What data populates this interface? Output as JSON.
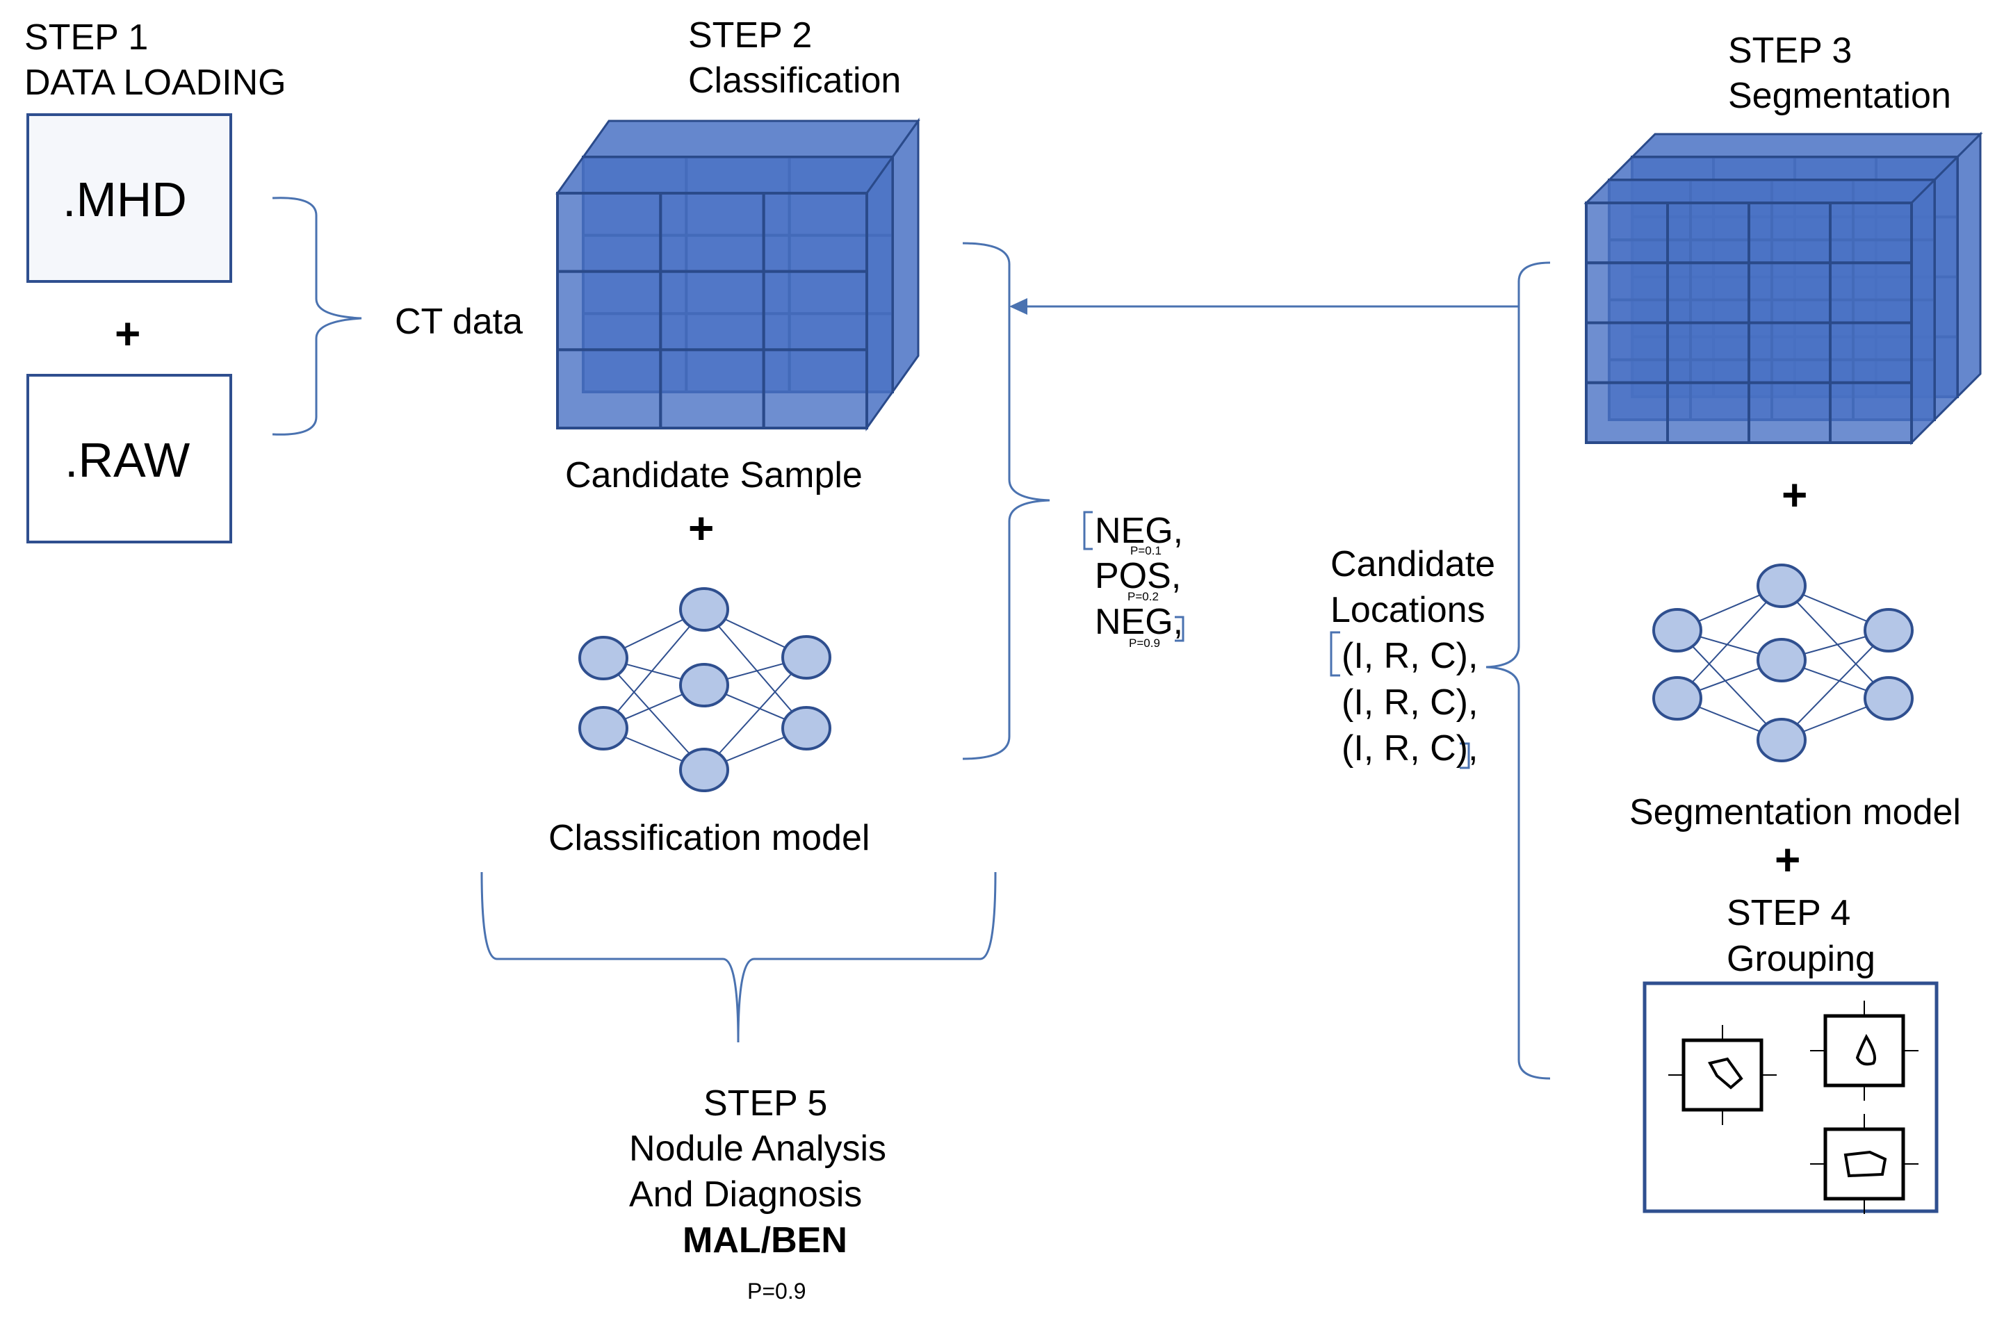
{
  "step1": {
    "title_line1": "STEP 1",
    "title_line2": "DATA LOADING",
    "file_top": ".MHD",
    "plus": "+",
    "file_bottom": ".RAW",
    "merge_label": "CT data"
  },
  "step2": {
    "title_line1": "STEP 2",
    "title_line2": "Classification",
    "sample_label": "Candidate Sample",
    "plus": "+",
    "model_label": "Classification model"
  },
  "results": {
    "items": [
      {
        "label": "NEG,",
        "prob": "P=0.1"
      },
      {
        "label": "POS,",
        "prob": "P=0.2"
      },
      {
        "label": "NEG,",
        "prob": "P=0.9"
      }
    ]
  },
  "locations": {
    "title_line1": "Candidate",
    "title_line2": "Locations",
    "rows": [
      "(I, R, C),",
      "(I, R, C),",
      "(I, R, C),"
    ]
  },
  "step3": {
    "title_line1": "STEP 3",
    "title_line2": "Segmentation",
    "plus": "+",
    "model_label": "Segmentation model",
    "plus2": "+"
  },
  "step4": {
    "title_line1": "STEP 4",
    "title_line2": "Grouping"
  },
  "step5": {
    "title_line1": "STEP 5",
    "title_line2": "Nodule Analysis",
    "title_line3": "And Diagnosis",
    "result": "MAL/BEN",
    "prob": "P=0.9"
  },
  "colors": {
    "cube_face": "#4a72c4",
    "cube_edge": "#2a4a8a",
    "node_fill": "#b4c6e7",
    "node_stroke": "#2f4f8f",
    "bracket": "#4a72b0",
    "box_fill": "#f5f7fb",
    "box_edge": "#2f4f8f"
  }
}
